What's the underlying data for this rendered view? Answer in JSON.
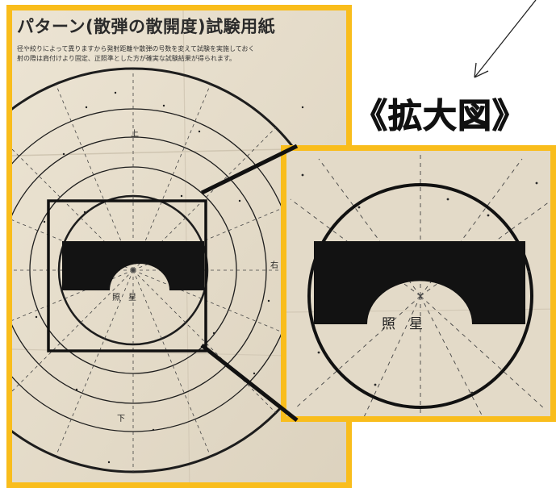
{
  "heading": "《拡大図》",
  "paper": {
    "title": "パターン(散弾の散開度)試験用紙",
    "notes": [
      "径や絞りによって異りますから発射距離や散弾の号数を変えて試験を実施しておく",
      "射の際は肩付けより固定、正照準とした方が確実な試験結果が得られます。"
    ],
    "labels": {
      "top": "上",
      "bottom": "下",
      "right": "右",
      "sight": "照　星"
    }
  },
  "zoom": {
    "sight": "照　星"
  },
  "colors": {
    "frame": "#F9BD1C",
    "paper": "#E6DDCB",
    "ink": "#111111"
  },
  "icons": [
    "arrow-icon",
    "zoom-box-icon",
    "connector-line-icon"
  ]
}
